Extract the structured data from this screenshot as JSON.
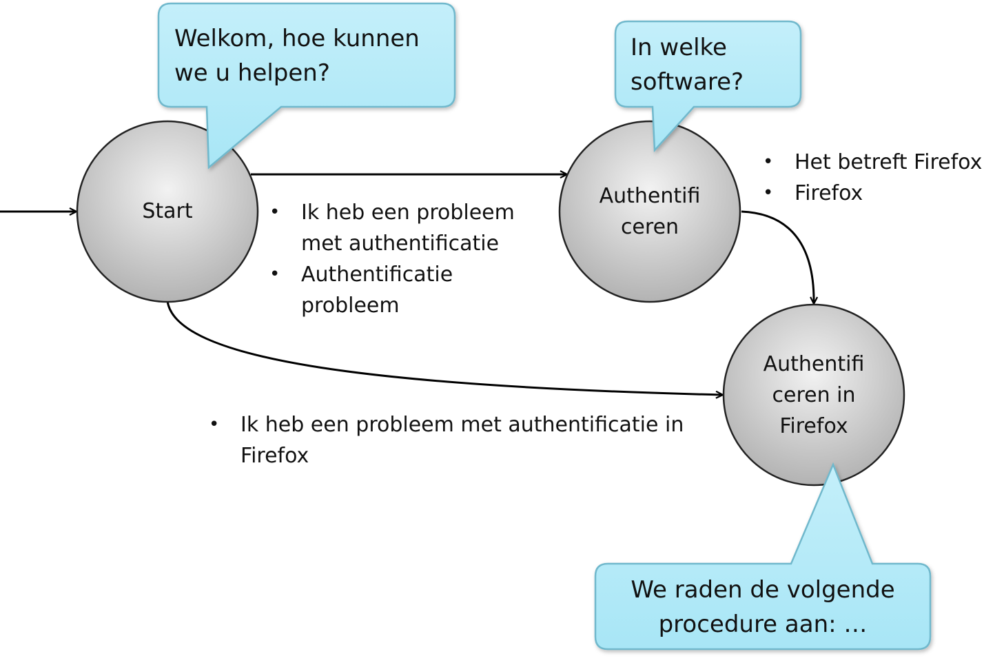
{
  "states": {
    "start": {
      "label": "Start"
    },
    "auth": {
      "label_lines": [
        "Authentifi",
        "ceren"
      ]
    },
    "auth_firefox": {
      "label_lines": [
        "Authentifi",
        "ceren in",
        "Firefox"
      ]
    }
  },
  "bubbles": {
    "welcome": {
      "lines": [
        "Welkom, hoe kunnen",
        "we u helpen?"
      ]
    },
    "software": {
      "lines": [
        "In welke",
        "software?"
      ]
    },
    "advice": {
      "lines": [
        "We raden de volgende",
        "procedure aan: …"
      ]
    }
  },
  "transitions": {
    "start_to_auth": {
      "bullets": [
        "Ik heb een probleem met authentificatie",
        "Authentificatie probleem"
      ]
    },
    "auth_to_auth_firefox": {
      "bullets": [
        "Het betreft Firefox",
        "Firefox"
      ]
    },
    "start_to_auth_firefox": {
      "bullets": [
        "Ik heb een probleem met authentificatie in Firefox"
      ]
    }
  },
  "colors": {
    "bubble_fill": "#a8e6f6",
    "bubble_stroke": "#6fb8cc",
    "node_light": "#f2f2f2",
    "node_dark": "#b3b3b3",
    "node_stroke": "#222222",
    "arrow": "#000000"
  }
}
